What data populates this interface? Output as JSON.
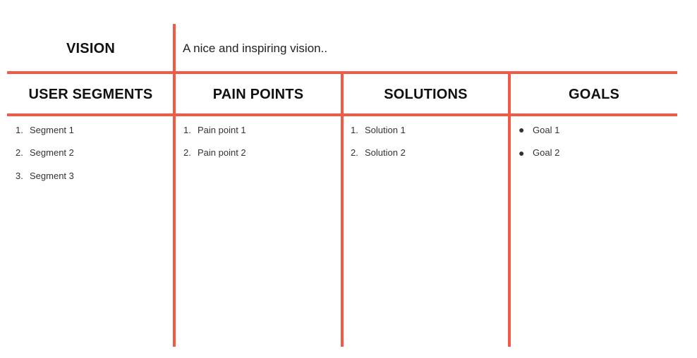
{
  "theme": {
    "accent": "#f25a47"
  },
  "vision": {
    "label": "VISION",
    "text": "A nice and inspiring vision.."
  },
  "columns": [
    {
      "title": "USER SEGMENTS",
      "list_style": "numbered",
      "items": [
        {
          "marker": "1.",
          "text": "Segment 1"
        },
        {
          "marker": "2.",
          "text": "Segment 2"
        },
        {
          "marker": "3.",
          "text": "Segment 3"
        }
      ]
    },
    {
      "title": "PAIN POINTS",
      "list_style": "numbered",
      "items": [
        {
          "marker": "1.",
          "text": "Pain point 1"
        },
        {
          "marker": "2.",
          "text": "Pain point 2"
        }
      ]
    },
    {
      "title": "SOLUTIONS",
      "list_style": "numbered",
      "items": [
        {
          "marker": "1.",
          "text": "Solution 1"
        },
        {
          "marker": "2.",
          "text": "Solution 2"
        }
      ]
    },
    {
      "title": "GOALS",
      "list_style": "bulleted",
      "items": [
        {
          "marker": "●",
          "text": "Goal 1"
        },
        {
          "marker": "●",
          "text": "Goal 2"
        }
      ]
    }
  ]
}
